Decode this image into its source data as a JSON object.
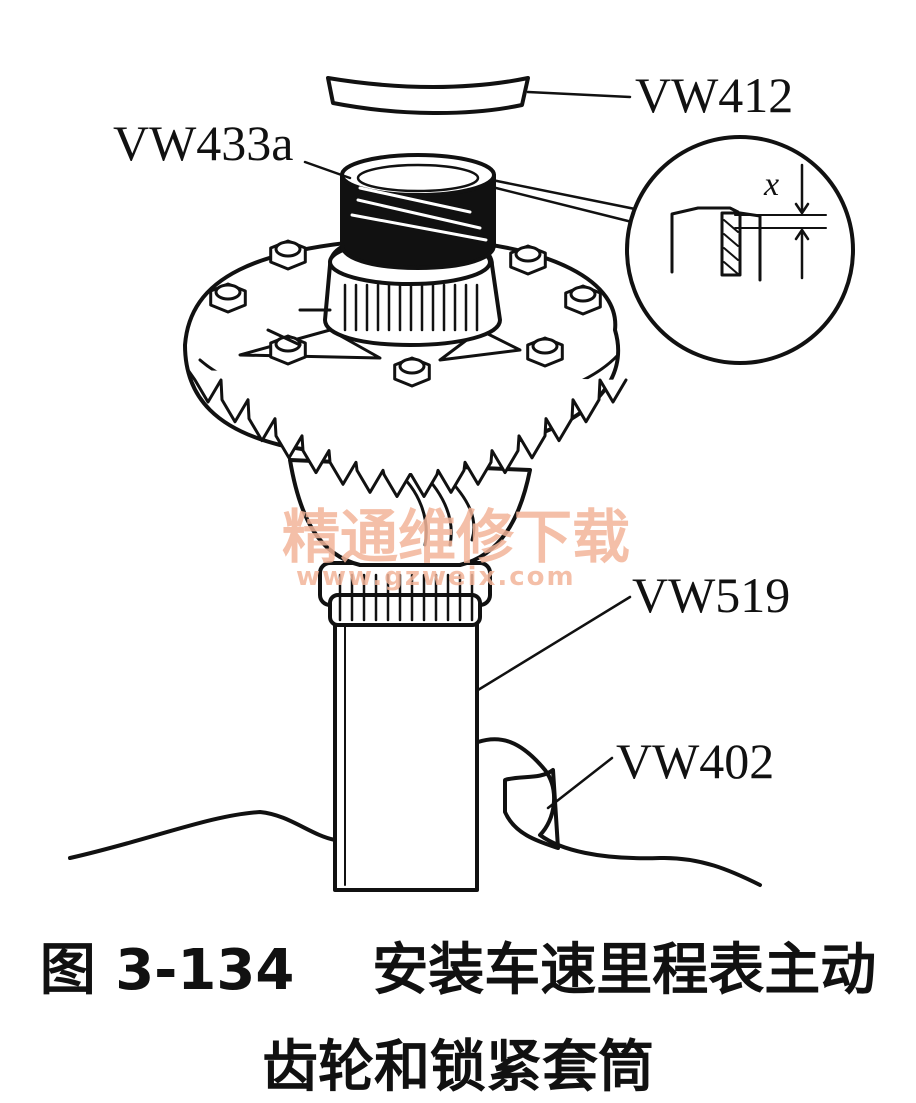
{
  "labels": {
    "vw412": "VW412",
    "vw433a": "VW433a",
    "vw519": "VW519",
    "vw402": "VW402",
    "x": "x"
  },
  "watermark": {
    "text": "精通维修下载",
    "url": "www.gzweix.com"
  },
  "caption": {
    "line1": "图 3-134    安装车速里程表主动",
    "line2": "齿轮和锁紧套筒"
  }
}
